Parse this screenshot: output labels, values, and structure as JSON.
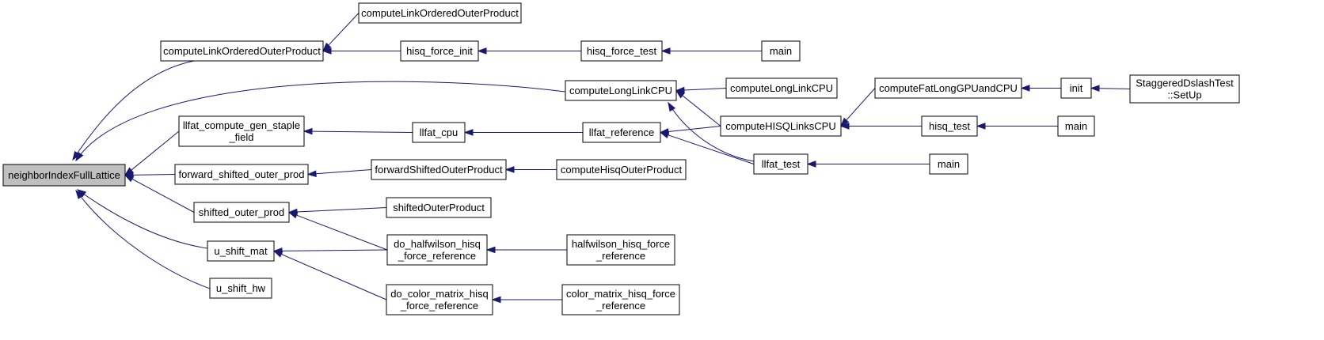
{
  "nodes": [
    {
      "id": "n0",
      "lines": [
        "neighborIndexFullLattice"
      ],
      "root": true
    },
    {
      "id": "n1",
      "lines": [
        "computeLinkOrderedOuterProduct"
      ]
    },
    {
      "id": "n2",
      "lines": [
        "computeLinkOrderedOuterProduct"
      ]
    },
    {
      "id": "n3",
      "lines": [
        "hisq_force_init"
      ]
    },
    {
      "id": "n4",
      "lines": [
        "hisq_force_test"
      ]
    },
    {
      "id": "n5",
      "lines": [
        "main"
      ]
    },
    {
      "id": "n6",
      "lines": [
        "computeLongLinkCPU"
      ]
    },
    {
      "id": "n7",
      "lines": [
        "computeLongLinkCPU"
      ]
    },
    {
      "id": "n8",
      "lines": [
        "computeFatLongGPUandCPU"
      ]
    },
    {
      "id": "n9",
      "lines": [
        "init"
      ]
    },
    {
      "id": "n10",
      "lines": [
        "StaggeredDslashTest",
        "::SetUp"
      ]
    },
    {
      "id": "n11",
      "lines": [
        "llfat_compute_gen_staple",
        "_field"
      ]
    },
    {
      "id": "n12",
      "lines": [
        "llfat_cpu"
      ]
    },
    {
      "id": "n13",
      "lines": [
        "llfat_reference"
      ]
    },
    {
      "id": "n14",
      "lines": [
        "computeHISQLinksCPU"
      ]
    },
    {
      "id": "n15",
      "lines": [
        "hisq_test"
      ]
    },
    {
      "id": "n16",
      "lines": [
        "main"
      ]
    },
    {
      "id": "n17",
      "lines": [
        "forward_shifted_outer_prod"
      ]
    },
    {
      "id": "n18",
      "lines": [
        "forwardShiftedOuterProduct"
      ]
    },
    {
      "id": "n19",
      "lines": [
        "computeHisqOuterProduct"
      ]
    },
    {
      "id": "n20",
      "lines": [
        "llfat_test"
      ]
    },
    {
      "id": "n21",
      "lines": [
        "main"
      ]
    },
    {
      "id": "n22",
      "lines": [
        "shifted_outer_prod"
      ]
    },
    {
      "id": "n23",
      "lines": [
        "shiftedOuterProduct"
      ]
    },
    {
      "id": "n24",
      "lines": [
        "u_shift_mat"
      ]
    },
    {
      "id": "n25",
      "lines": [
        "do_halfwilson_hisq",
        "_force_reference"
      ]
    },
    {
      "id": "n26",
      "lines": [
        "halfwilson_hisq_force",
        "_reference"
      ]
    },
    {
      "id": "n27",
      "lines": [
        "u_shift_hw"
      ]
    },
    {
      "id": "n28",
      "lines": [
        "do_color_matrix_hisq",
        "_force_reference"
      ]
    },
    {
      "id": "n29",
      "lines": [
        "color_matrix_hisq_force",
        "_reference"
      ]
    }
  ],
  "edges": [
    {
      "from": "n1",
      "to": "n0"
    },
    {
      "from": "n6",
      "to": "n0"
    },
    {
      "from": "n11",
      "to": "n0"
    },
    {
      "from": "n17",
      "to": "n0"
    },
    {
      "from": "n22",
      "to": "n0"
    },
    {
      "from": "n24",
      "to": "n0"
    },
    {
      "from": "n27",
      "to": "n0"
    },
    {
      "from": "n2",
      "to": "n1"
    },
    {
      "from": "n3",
      "to": "n1"
    },
    {
      "from": "n4",
      "to": "n3"
    },
    {
      "from": "n5",
      "to": "n4"
    },
    {
      "from": "n7",
      "to": "n6"
    },
    {
      "from": "n14",
      "to": "n6"
    },
    {
      "from": "n20",
      "to": "n6"
    },
    {
      "from": "n8",
      "to": "n14"
    },
    {
      "from": "n9",
      "to": "n8"
    },
    {
      "from": "n10",
      "to": "n9"
    },
    {
      "from": "n12",
      "to": "n11"
    },
    {
      "from": "n13",
      "to": "n12"
    },
    {
      "from": "n14",
      "to": "n13"
    },
    {
      "from": "n20",
      "to": "n13"
    },
    {
      "from": "n15",
      "to": "n14"
    },
    {
      "from": "n16",
      "to": "n15"
    },
    {
      "from": "n18",
      "to": "n17"
    },
    {
      "from": "n19",
      "to": "n18"
    },
    {
      "from": "n21",
      "to": "n20"
    },
    {
      "from": "n23",
      "to": "n22"
    },
    {
      "from": "n25",
      "to": "n22"
    },
    {
      "from": "n25",
      "to": "n24"
    },
    {
      "from": "n28",
      "to": "n24"
    },
    {
      "from": "n26",
      "to": "n25"
    },
    {
      "from": "n29",
      "to": "n28"
    }
  ],
  "colors": {
    "edge": "#191970",
    "root_fill": "#bfbfbf",
    "node_fill": "#ffffff",
    "node_border": "#000000"
  }
}
